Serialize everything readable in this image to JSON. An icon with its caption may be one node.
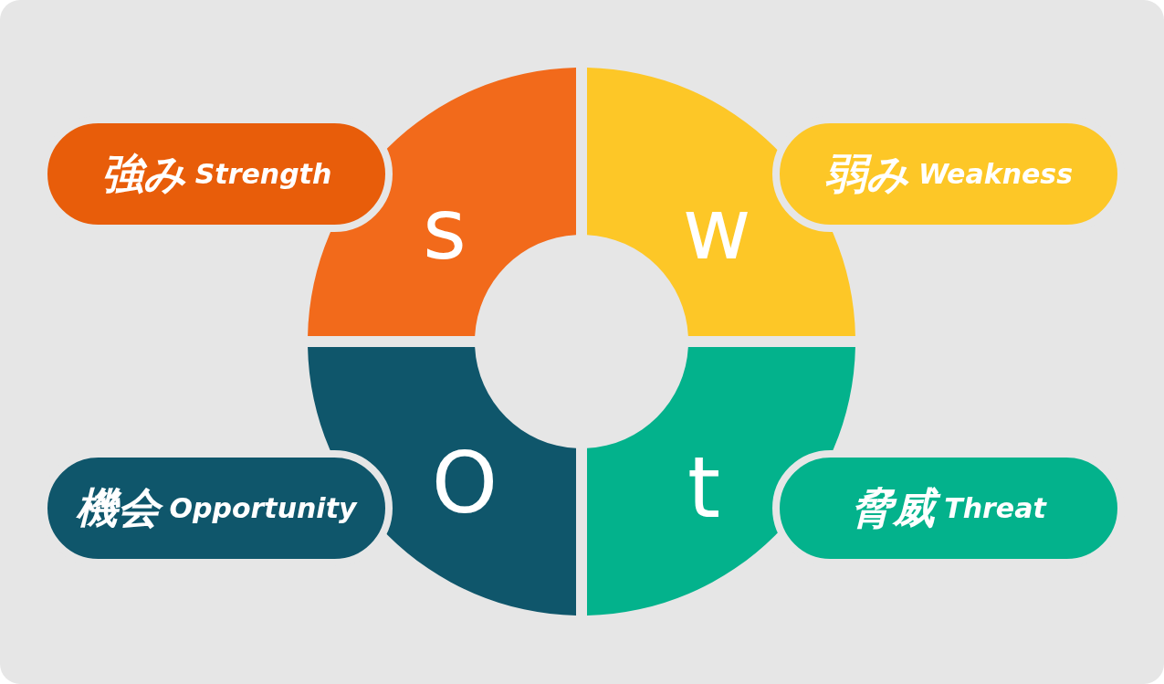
{
  "diagram": {
    "nodes": [
      {
        "text": [
          "s"
        ]
      },
      {
        "text": [
          "w"
        ]
      },
      {
        "text": [
          "O"
        ]
      },
      {
        "text": [
          "t"
        ]
      },
      {
        "text": [
          "強み",
          "Strength"
        ]
      },
      {
        "text": [
          "弱み",
          "Weakness"
        ]
      },
      {
        "text": [
          "機会",
          "Opportunity"
        ]
      },
      {
        "text": [
          "脅威",
          "Threat"
        ]
      }
    ]
  }
}
